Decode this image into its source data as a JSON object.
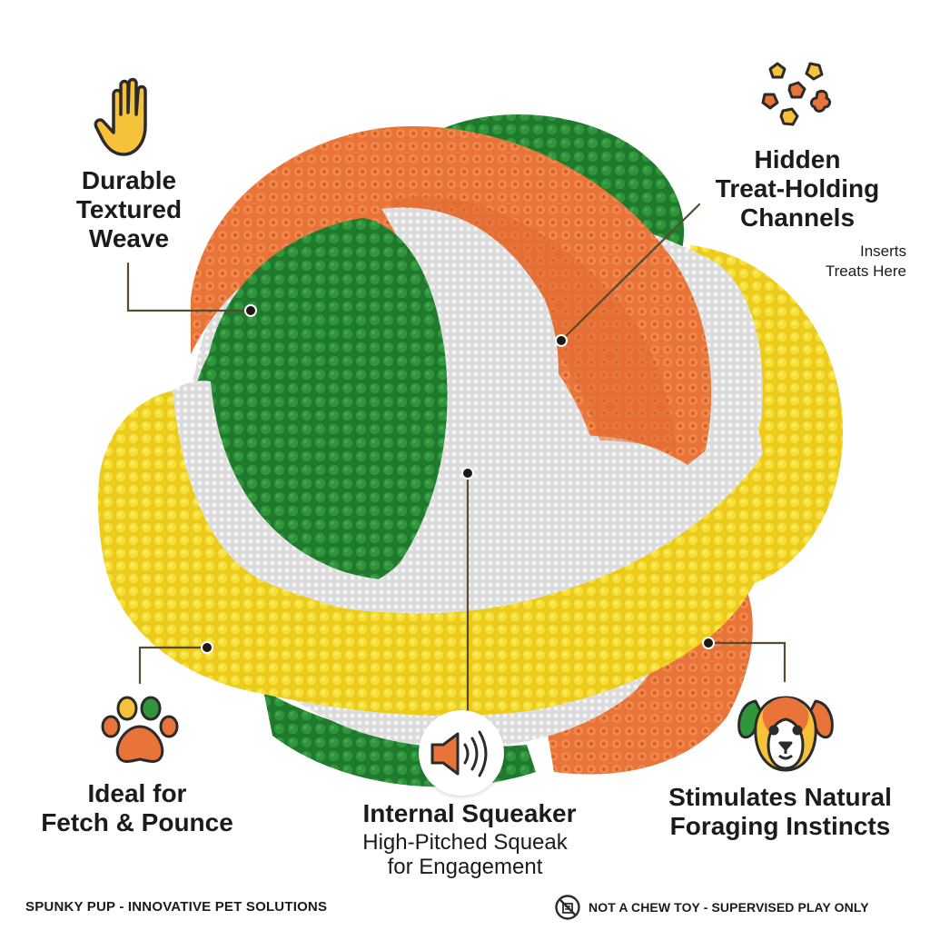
{
  "features": {
    "durable": {
      "lines": [
        "Durable",
        "Textured",
        "Weave"
      ],
      "icon": "hand-icon"
    },
    "treat": {
      "lines": [
        "Hidden",
        "Treat-Holding",
        "Channels"
      ],
      "note_lines": [
        "Inserts",
        "Treats Here"
      ],
      "icon": "treats-icon"
    },
    "fetch": {
      "lines": [
        "Ideal for",
        "Fetch & Pounce"
      ],
      "icon": "paw-icon"
    },
    "squeaker": {
      "title": "Internal Squeaker",
      "sub_lines": [
        "High-Pitched Squeak",
        "for Engagement"
      ],
      "icon": "speaker-icon"
    },
    "foraging": {
      "lines": [
        "Stimulates Natural",
        "Foraging Instincts"
      ],
      "icon": "dog-face-icon"
    }
  },
  "footer": {
    "brand": "SPUNKY PUP - INNOVATIVE PET SOLUTIONS",
    "warning": "NOT A CHEW TOY - SUPERVISED PLAY ONLY",
    "warning_icon": "no-chew-icon"
  },
  "colors": {
    "orange": "#e8743a",
    "green": "#2e8b3a",
    "yellow": "#f3dc2e",
    "mesh": "#e4e4e4",
    "text": "#1b1b1b",
    "leader": "#5a4a32"
  }
}
